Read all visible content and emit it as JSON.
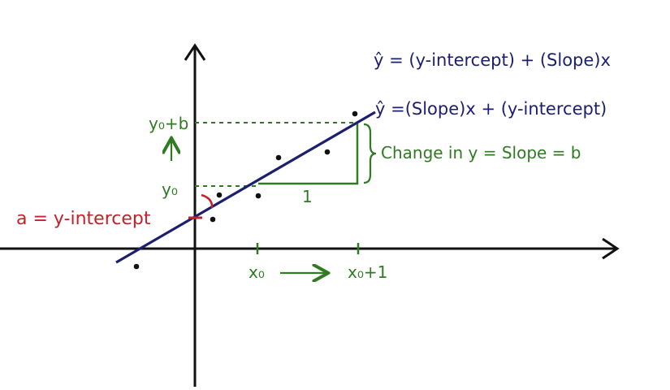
{
  "colors": {
    "axis": "#111111",
    "regression_line": "#1b1f6e",
    "annotation_green": "#2f7a22",
    "intercept_red": "#c0232c",
    "data_point": "#111111"
  },
  "equations": {
    "line1": "ŷ = (y-intercept) + (Slope)x",
    "line2": "ŷ =(Slope)x + (y-intercept)"
  },
  "annotations": {
    "y0_plus_b": "y₀+b",
    "y0": "y₀",
    "change_label": "Change in y = Slope = b",
    "run_label": "1",
    "x0": "x₀",
    "x0_plus_1": "x₀+1",
    "intercept_label": "a = y-intercept"
  }
}
